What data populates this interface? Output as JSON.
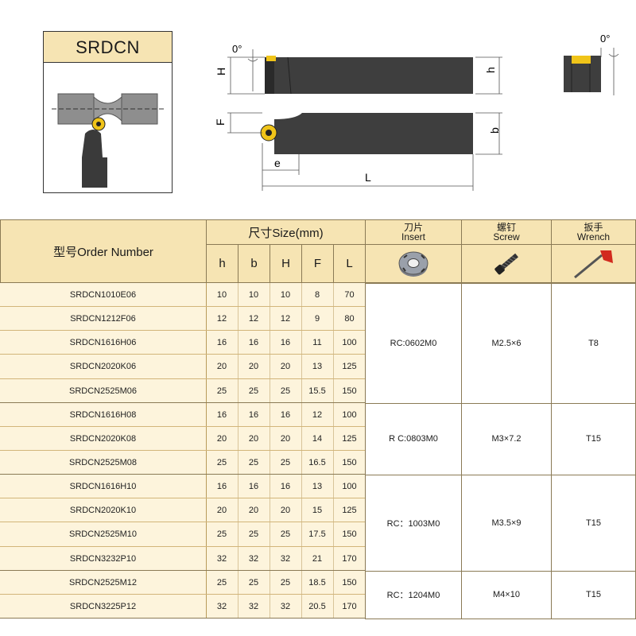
{
  "figure": {
    "model_title": "SRDCN",
    "dim_labels": {
      "H": "H",
      "h": "h",
      "F": "F",
      "b": "b",
      "e": "e",
      "L": "L",
      "angle_side": "0°",
      "angle_end": "0°"
    },
    "colors": {
      "tool_body": "#3a3a3a",
      "insert": "#f0c419",
      "header_bg": "#f6e4b3",
      "workpiece": "#8e8e8e"
    }
  },
  "table": {
    "header": {
      "order_number": "型号Order Number",
      "size_group": "尺寸Size(mm)",
      "size_cols": [
        "h",
        "b",
        "H",
        "F",
        "L"
      ],
      "insert_cn": "刀片",
      "insert_en": "Insert",
      "screw_cn": "螺钉",
      "screw_en": "Screw",
      "wrench_cn": "扳手",
      "wrench_en": "Wrench"
    },
    "rows": [
      {
        "model": "SRDCN1010E06",
        "h": "10",
        "b": "10",
        "H": "10",
        "F": "8",
        "L": "70"
      },
      {
        "model": "SRDCN1212F06",
        "h": "12",
        "b": "12",
        "H": "12",
        "F": "9",
        "L": "80"
      },
      {
        "model": "SRDCN1616H06",
        "h": "16",
        "b": "16",
        "H": "16",
        "F": "11",
        "L": "100"
      },
      {
        "model": "SRDCN2020K06",
        "h": "20",
        "b": "20",
        "H": "20",
        "F": "13",
        "L": "125"
      },
      {
        "model": "SRDCN2525M06",
        "h": "25",
        "b": "25",
        "H": "25",
        "F": "15.5",
        "L": "150"
      },
      {
        "model": "SRDCN1616H08",
        "h": "16",
        "b": "16",
        "H": "16",
        "F": "12",
        "L": "100"
      },
      {
        "model": "SRDCN2020K08",
        "h": "20",
        "b": "20",
        "H": "20",
        "F": "14",
        "L": "125"
      },
      {
        "model": "SRDCN2525M08",
        "h": "25",
        "b": "25",
        "H": "25",
        "F": "16.5",
        "L": "150"
      },
      {
        "model": "SRDCN1616H10",
        "h": "16",
        "b": "16",
        "H": "16",
        "F": "13",
        "L": "100"
      },
      {
        "model": "SRDCN2020K10",
        "h": "20",
        "b": "20",
        "H": "20",
        "F": "15",
        "L": "125"
      },
      {
        "model": "SRDCN2525M10",
        "h": "25",
        "b": "25",
        "H": "25",
        "F": "17.5",
        "L": "150"
      },
      {
        "model": "SRDCN3232P10",
        "h": "32",
        "b": "32",
        "H": "32",
        "F": "21",
        "L": "170"
      },
      {
        "model": "SRDCN2525M12",
        "h": "25",
        "b": "25",
        "H": "25",
        "F": "18.5",
        "L": "150"
      },
      {
        "model": "SRDCN3225P12",
        "h": "32",
        "b": "32",
        "H": "32",
        "F": "20.5",
        "L": "170"
      }
    ],
    "groups": [
      {
        "insert": "RC:0602M0",
        "screw": "M2.5×6",
        "wrench": "T8",
        "rows": 5
      },
      {
        "insert": "R C:0803M0",
        "screw": "M3×7.2",
        "wrench": "T15",
        "rows": 3
      },
      {
        "insert": "RC：1003M0",
        "screw": "M3.5×9",
        "wrench": "T15",
        "rows": 4
      },
      {
        "insert": "RC：1204M0",
        "screw": "M4×10",
        "wrench": "T15",
        "rows": 2
      }
    ]
  }
}
